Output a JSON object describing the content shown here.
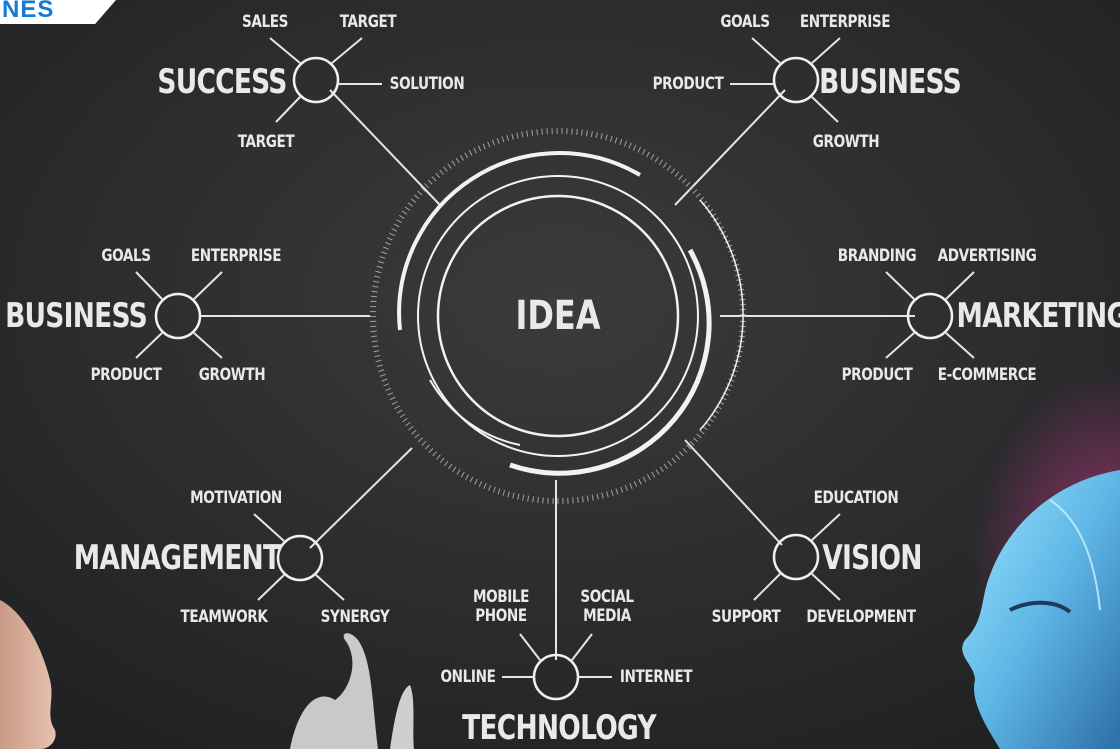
{
  "badge": "NES",
  "center": "IDEA",
  "hubs": {
    "success": {
      "title": "SUCCESS",
      "l1": "SALES",
      "l2": "TARGET",
      "l3": "SOLUTION",
      "l4": "TARGET"
    },
    "business_right": {
      "title": "BUSINESS",
      "l1": "GOALS",
      "l2": "ENTERPRISE",
      "l3": "PRODUCT",
      "l4": "GROWTH"
    },
    "business_left": {
      "title": "BUSINESS",
      "l1": "GOALS",
      "l2": "ENTERPRISE",
      "l3": "PRODUCT",
      "l4": "GROWTH"
    },
    "marketing": {
      "title": "MARKETING",
      "l1": "BRANDING",
      "l2": "ADVERTISING",
      "l3": "PRODUCT",
      "l4": "E-COMMERCE"
    },
    "management": {
      "title": "MANAGEMENT",
      "l1": "MOTIVATION",
      "l2": "TEAMWORK",
      "l3": "SYNERGY"
    },
    "vision": {
      "title": "VISION",
      "l1": "EDUCATION",
      "l2": "SUPPORT",
      "l3": "DEVELOPMENT"
    },
    "technology": {
      "title": "TECHNOLOGY",
      "l1": "MOBILE\nPHONE",
      "l2": "SOCIAL\nMEDIA",
      "l3": "ONLINE",
      "l4": "INTERNET"
    }
  }
}
